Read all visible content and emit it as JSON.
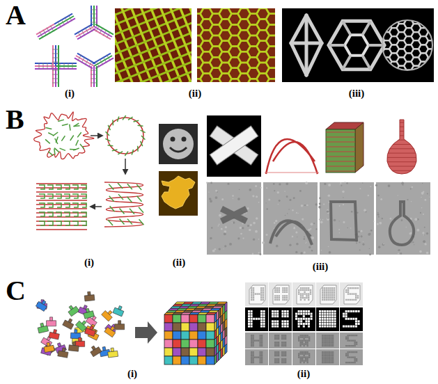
{
  "diagram": {
    "labels": [
      "A",
      "(i)",
      "(ii)",
      "(iii)",
      "B",
      "(i)",
      "(ii)",
      "(iii)",
      "C",
      "(i)",
      "(ii)"
    ]
  }
}
